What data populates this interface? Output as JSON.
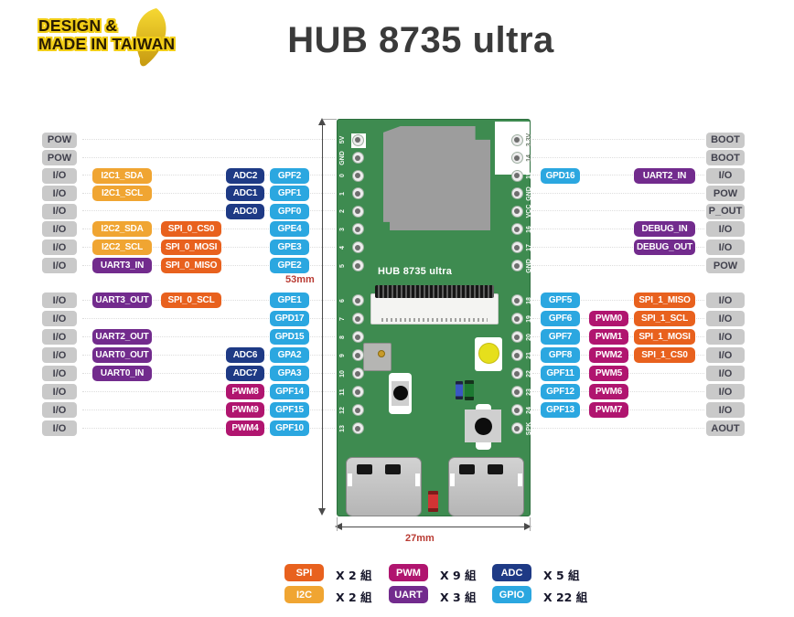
{
  "logo": {
    "line1": "DESIGN &",
    "line2": "MADE IN TAIWAN"
  },
  "title": "HUB 8735 ultra",
  "colors": {
    "io_bg": "#c9c9c9",
    "io_text": "#41414d",
    "i2c": "#f0a532",
    "spi": "#e8611e",
    "uart": "#722b8d",
    "adc": "#1e3a85",
    "gpio": "#2ba7e0",
    "pwm": "#b0156f",
    "board": "#3e8b50",
    "dim_text": "#b93b33"
  },
  "board": {
    "silkscreen": "HUB 8735 ultra",
    "left_pins_top": [
      "5V",
      "GND",
      "0",
      "1",
      "2",
      "3",
      "4",
      "5"
    ],
    "left_pins_bottom": [
      "6",
      "7",
      "8",
      "9",
      "10",
      "11",
      "12",
      "13"
    ],
    "right_pins_top": [
      "3.3V",
      "14",
      "15",
      "GND",
      "VCC",
      "16",
      "17",
      "GND"
    ],
    "right_pins_bottom": [
      "18",
      "19",
      "20",
      "21",
      "22",
      "23",
      "24",
      "SPK"
    ]
  },
  "dimensions": {
    "height_label": "53mm",
    "width_label": "27mm"
  },
  "left_rows": [
    {
      "type": "POW",
      "badges": []
    },
    {
      "type": "POW",
      "badges": []
    },
    {
      "type": "I/O",
      "badges": [
        {
          "col": "a",
          "color": "i2c",
          "text": "I2C1_SDA"
        },
        {
          "col": "c",
          "color": "adc",
          "text": "ADC2"
        },
        {
          "col": "d",
          "color": "gpio",
          "text": "GPF2"
        }
      ]
    },
    {
      "type": "I/O",
      "badges": [
        {
          "col": "a",
          "color": "i2c",
          "text": "I2C1_SCL"
        },
        {
          "col": "c",
          "color": "adc",
          "text": "ADC1"
        },
        {
          "col": "d",
          "color": "gpio",
          "text": "GPF1"
        }
      ]
    },
    {
      "type": "I/O",
      "badges": [
        {
          "col": "c",
          "color": "adc",
          "text": "ADC0"
        },
        {
          "col": "d",
          "color": "gpio",
          "text": "GPF0"
        }
      ]
    },
    {
      "type": "I/O",
      "badges": [
        {
          "col": "a",
          "color": "i2c",
          "text": "I2C2_SDA"
        },
        {
          "col": "b",
          "color": "spi",
          "text": "SPI_0_CS0"
        },
        {
          "col": "d",
          "color": "gpio",
          "text": "GPE4"
        }
      ]
    },
    {
      "type": "I/O",
      "badges": [
        {
          "col": "a",
          "color": "i2c",
          "text": "I2C2_SCL"
        },
        {
          "col": "b",
          "color": "spi",
          "text": "SPI_0_MOSI"
        },
        {
          "col": "d",
          "color": "gpio",
          "text": "GPE3"
        }
      ]
    },
    {
      "type": "I/O",
      "badges": [
        {
          "col": "a",
          "color": "uart",
          "text": "UART3_IN"
        },
        {
          "col": "b",
          "color": "spi",
          "text": "SPI_0_MISO"
        },
        {
          "col": "d",
          "color": "gpio",
          "text": "GPE2"
        }
      ]
    },
    {
      "type": "I/O",
      "badges": [
        {
          "col": "a",
          "color": "uart",
          "text": "UART3_OUT"
        },
        {
          "col": "b",
          "color": "spi",
          "text": "SPI_0_SCL"
        },
        {
          "col": "d",
          "color": "gpio",
          "text": "GPE1"
        }
      ]
    },
    {
      "type": "I/O",
      "badges": [
        {
          "col": "d",
          "color": "gpio",
          "text": "GPD17"
        }
      ]
    },
    {
      "type": "I/O",
      "badges": [
        {
          "col": "a",
          "color": "uart",
          "text": "UART2_OUT"
        },
        {
          "col": "d",
          "color": "gpio",
          "text": "GPD15"
        }
      ]
    },
    {
      "type": "I/O",
      "badges": [
        {
          "col": "a",
          "color": "uart",
          "text": "UART0_OUT"
        },
        {
          "col": "c",
          "color": "adc",
          "text": "ADC6"
        },
        {
          "col": "d",
          "color": "gpio",
          "text": "GPA2"
        }
      ]
    },
    {
      "type": "I/O",
      "badges": [
        {
          "col": "a",
          "color": "uart",
          "text": "UART0_IN"
        },
        {
          "col": "c",
          "color": "adc",
          "text": "ADC7"
        },
        {
          "col": "d",
          "color": "gpio",
          "text": "GPA3"
        }
      ]
    },
    {
      "type": "I/O",
      "badges": [
        {
          "col": "c",
          "color": "pwm",
          "text": "PWM8"
        },
        {
          "col": "d",
          "color": "gpio",
          "text": "GPF14"
        }
      ]
    },
    {
      "type": "I/O",
      "badges": [
        {
          "col": "c",
          "color": "pwm",
          "text": "PWM9"
        },
        {
          "col": "d",
          "color": "gpio",
          "text": "GPF15"
        }
      ]
    },
    {
      "type": "I/O",
      "badges": [
        {
          "col": "c",
          "color": "pwm",
          "text": "PWM4"
        },
        {
          "col": "d",
          "color": "gpio",
          "text": "GPF10"
        }
      ]
    }
  ],
  "right_rows": [
    {
      "type": "BOOT",
      "badges": []
    },
    {
      "type": "BOOT",
      "badges": []
    },
    {
      "type": "I/O",
      "badges": [
        {
          "col": "d",
          "color": "gpio",
          "text": "GPD16"
        },
        {
          "col": "b",
          "color": "uart",
          "text": "UART2_IN"
        }
      ]
    },
    {
      "type": "POW",
      "badges": []
    },
    {
      "type": "P_OUT",
      "badges": []
    },
    {
      "type": "I/O",
      "badges": [
        {
          "col": "b",
          "color": "uart",
          "text": "DEBUG_IN"
        }
      ]
    },
    {
      "type": "I/O",
      "badges": [
        {
          "col": "b",
          "color": "uart",
          "text": "DEBUG_OUT"
        }
      ]
    },
    {
      "type": "POW",
      "badges": []
    },
    {
      "type": "I/O",
      "badges": [
        {
          "col": "d",
          "color": "gpio",
          "text": "GPF5"
        },
        {
          "col": "b",
          "color": "spi",
          "text": "SPI_1_MISO"
        }
      ]
    },
    {
      "type": "I/O",
      "badges": [
        {
          "col": "d",
          "color": "gpio",
          "text": "GPF6"
        },
        {
          "col": "c",
          "color": "pwm",
          "text": "PWM0"
        },
        {
          "col": "b",
          "color": "spi",
          "text": "SPI_1_SCL"
        }
      ]
    },
    {
      "type": "I/O",
      "badges": [
        {
          "col": "d",
          "color": "gpio",
          "text": "GPF7"
        },
        {
          "col": "c",
          "color": "pwm",
          "text": "PWM1"
        },
        {
          "col": "b",
          "color": "spi",
          "text": "SPI_1_MOSI"
        }
      ]
    },
    {
      "type": "I/O",
      "badges": [
        {
          "col": "d",
          "color": "gpio",
          "text": "GPF8"
        },
        {
          "col": "c",
          "color": "pwm",
          "text": "PWM2"
        },
        {
          "col": "b",
          "color": "spi",
          "text": "SPI_1_CS0"
        }
      ]
    },
    {
      "type": "I/O",
      "badges": [
        {
          "col": "d",
          "color": "gpio",
          "text": "GPF11"
        },
        {
          "col": "c",
          "color": "pwm",
          "text": "PWM5"
        }
      ]
    },
    {
      "type": "I/O",
      "badges": [
        {
          "col": "d",
          "color": "gpio",
          "text": "GPF12"
        },
        {
          "col": "c",
          "color": "pwm",
          "text": "PWM6"
        }
      ]
    },
    {
      "type": "I/O",
      "badges": [
        {
          "col": "d",
          "color": "gpio",
          "text": "GPF13"
        },
        {
          "col": "c",
          "color": "pwm",
          "text": "PWM7"
        }
      ]
    },
    {
      "type": "AOUT",
      "badges": []
    }
  ],
  "legend": {
    "items": [
      {
        "label": "SPI",
        "color": "spi",
        "count": "X 2 組"
      },
      {
        "label": "PWM",
        "color": "pwm",
        "count": "X 9 組"
      },
      {
        "label": "ADC",
        "color": "adc",
        "count": "X 5 組"
      },
      {
        "label": "I2C",
        "color": "i2c",
        "count": "X 2 組"
      },
      {
        "label": "UART",
        "color": "uart",
        "count": "X 3 組"
      },
      {
        "label": "GPIO",
        "color": "gpio",
        "count": "X 22 組"
      }
    ]
  }
}
